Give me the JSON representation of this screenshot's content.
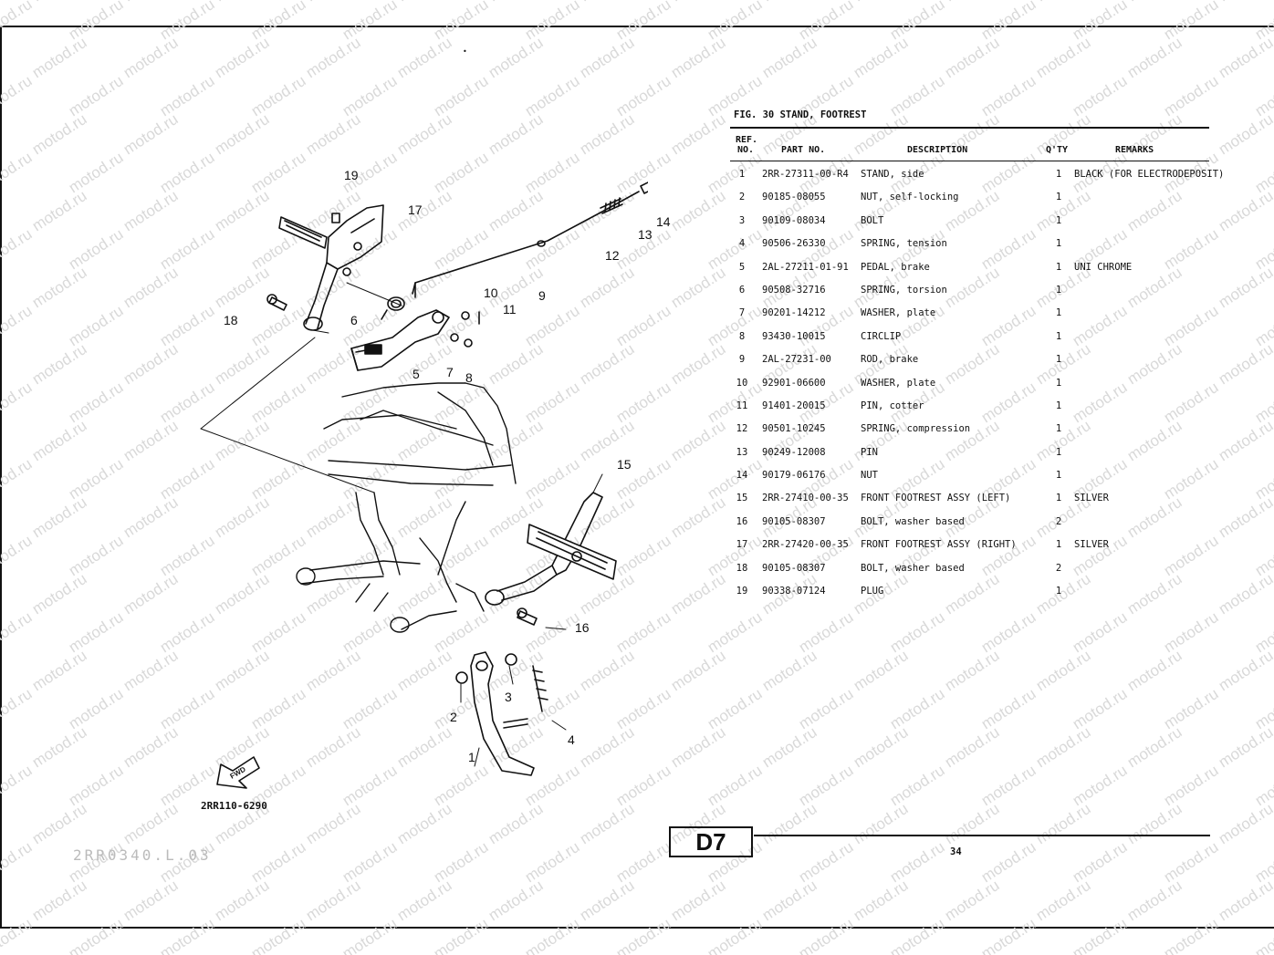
{
  "watermark": {
    "text": "motod.ru",
    "color": "#d9d9d9"
  },
  "figure": {
    "title": "FIG. 30  STAND, FOOTREST",
    "code": "2RR110-6290",
    "fwd_label": "FWD",
    "scan_mark": "2RR0340.L.03"
  },
  "table": {
    "headers": {
      "ref": "REF.",
      "no": "NO.",
      "part_no": "PART NO.",
      "description": "DESCRIPTION",
      "qty": "Q'TY",
      "remarks": "REMARKS"
    },
    "rows": [
      {
        "ref": "1",
        "part_no": "2RR-27311-00-R4",
        "description": "STAND, side",
        "qty": "1",
        "remarks": "BLACK (FOR ELECTRODEPOSIT)"
      },
      {
        "ref": "2",
        "part_no": "90185-08055",
        "description": "NUT, self-locking",
        "qty": "1",
        "remarks": ""
      },
      {
        "ref": "3",
        "part_no": "90109-08034",
        "description": "BOLT",
        "qty": "1",
        "remarks": ""
      },
      {
        "ref": "4",
        "part_no": "90506-26330",
        "description": "SPRING, tension",
        "qty": "1",
        "remarks": ""
      },
      {
        "ref": "5",
        "part_no": "2AL-27211-01-91",
        "description": "PEDAL, brake",
        "qty": "1",
        "remarks": "UNI CHROME"
      },
      {
        "ref": "6",
        "part_no": "90508-32716",
        "description": "SPRING, torsion",
        "qty": "1",
        "remarks": ""
      },
      {
        "ref": "7",
        "part_no": "90201-14212",
        "description": "WASHER, plate",
        "qty": "1",
        "remarks": ""
      },
      {
        "ref": "8",
        "part_no": "93430-10015",
        "description": "CIRCLIP",
        "qty": "1",
        "remarks": ""
      },
      {
        "ref": "9",
        "part_no": "2AL-27231-00",
        "description": "ROD, brake",
        "qty": "1",
        "remarks": ""
      },
      {
        "ref": "10",
        "part_no": "92901-06600",
        "description": "WASHER, plate",
        "qty": "1",
        "remarks": ""
      },
      {
        "ref": "11",
        "part_no": "91401-20015",
        "description": "PIN, cotter",
        "qty": "1",
        "remarks": ""
      },
      {
        "ref": "12",
        "part_no": "90501-10245",
        "description": "SPRING, compression",
        "qty": "1",
        "remarks": ""
      },
      {
        "ref": "13",
        "part_no": "90249-12008",
        "description": "PIN",
        "qty": "1",
        "remarks": ""
      },
      {
        "ref": "14",
        "part_no": "90179-06176",
        "description": "NUT",
        "qty": "1",
        "remarks": ""
      },
      {
        "ref": "15",
        "part_no": "2RR-27410-00-35",
        "description": "FRONT FOOTREST ASSY (LEFT)",
        "qty": "1",
        "remarks": "SILVER"
      },
      {
        "ref": "16",
        "part_no": "90105-08307",
        "description": "BOLT, washer based",
        "qty": "2",
        "remarks": ""
      },
      {
        "ref": "17",
        "part_no": "2RR-27420-00-35",
        "description": "FRONT FOOTREST ASSY (RIGHT)",
        "qty": "1",
        "remarks": "SILVER"
      },
      {
        "ref": "18",
        "part_no": "90105-08307",
        "description": "BOLT, washer based",
        "qty": "2",
        "remarks": ""
      },
      {
        "ref": "19",
        "part_no": "90338-07124",
        "description": "PLUG",
        "qty": "1",
        "remarks": ""
      }
    ]
  },
  "callouts": [
    "1",
    "2",
    "3",
    "4",
    "5",
    "6",
    "7",
    "8",
    "9",
    "10",
    "11",
    "12",
    "13",
    "14",
    "15",
    "16",
    "17",
    "18",
    "19"
  ],
  "footer": {
    "section": "D7",
    "page_number": "34"
  }
}
